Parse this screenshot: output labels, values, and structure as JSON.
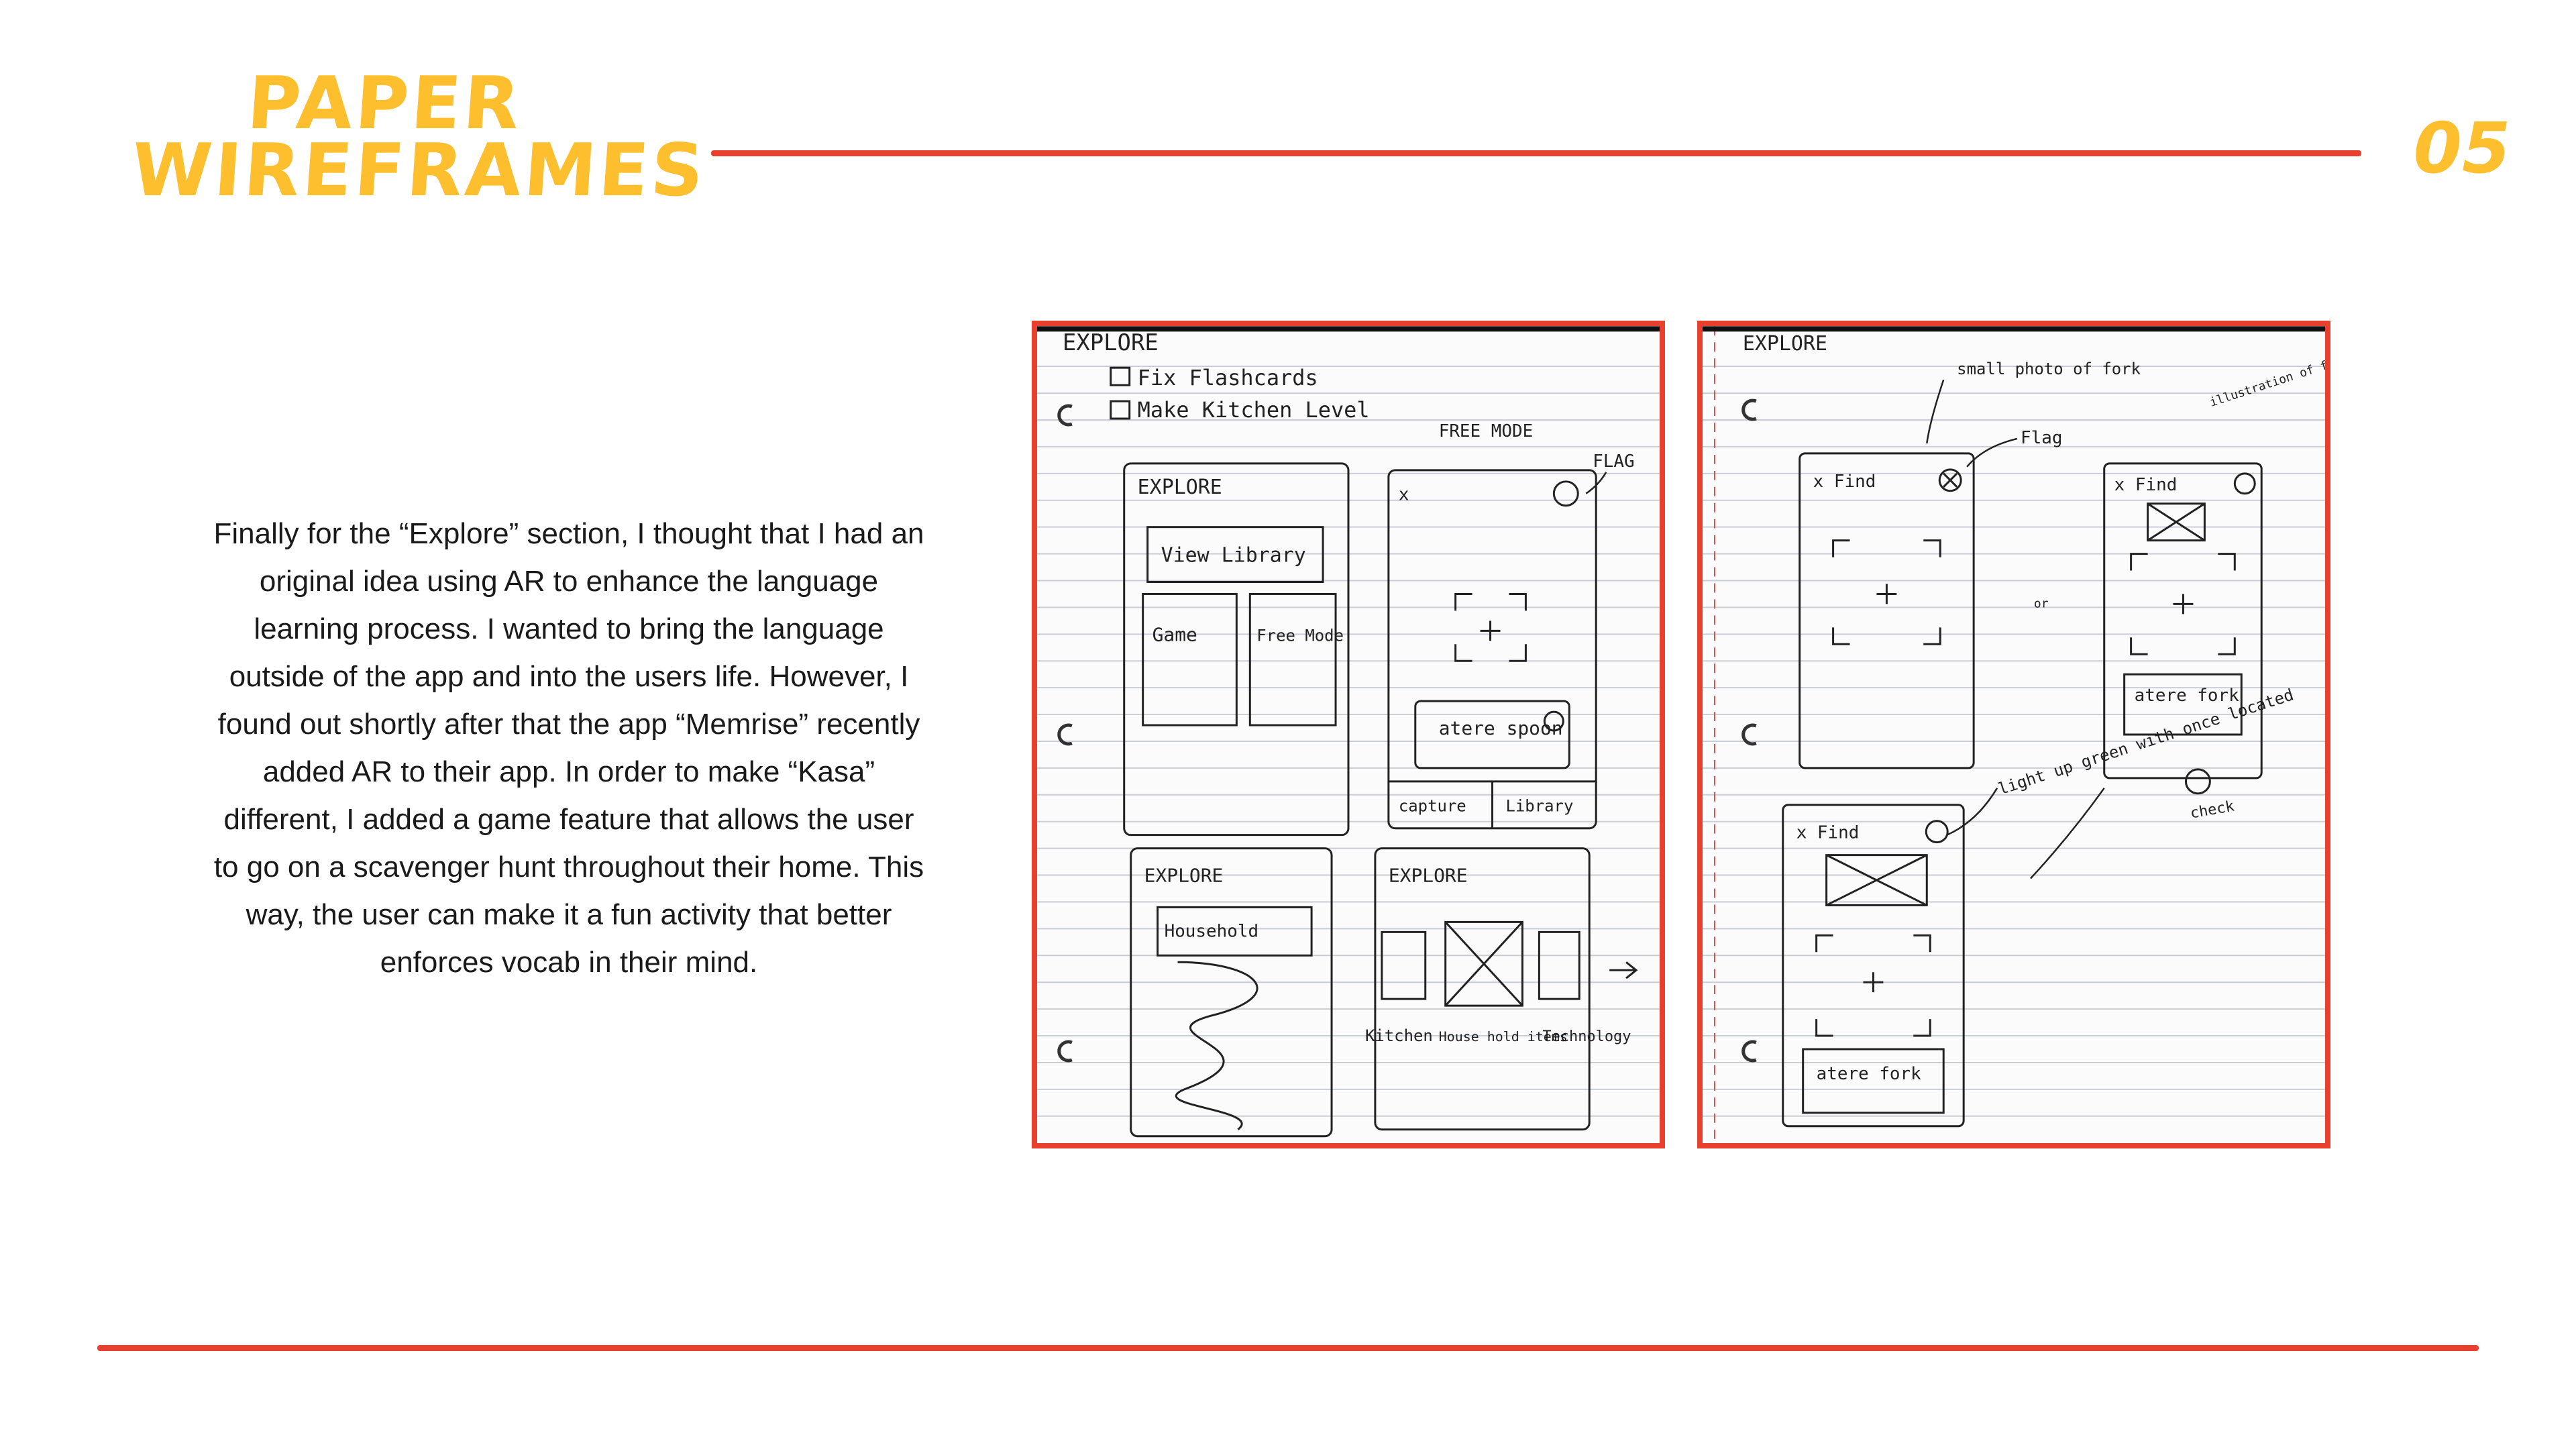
{
  "header": {
    "title_line1": "PAPER",
    "title_line2": "WIREFRAMES",
    "page_number": "05"
  },
  "body": {
    "paragraph": "Finally for the “Explore” section, I thought that I had an original idea using AR to enhance the language learning process. I wanted to bring the language outside of the app and into the users life. However, I found out shortly after that the app “Memrise” recently added AR to their app. In order to make “Kasa” different, I added a game feature that allows the user to go on a scavenger hunt throughout their home. This way, the user can make it a fun activity that better enforces vocab in their mind."
  },
  "sketch_left": {
    "heading": "EXPLORE",
    "todo_1": "Fix Flashcards",
    "todo_2": "Make Kitchen Level",
    "note_free_mode": "FREE MODE",
    "note_flag": "FLAG",
    "s1_title": "EXPLORE",
    "s1_view_library": "View Library",
    "s1_game": "Game",
    "s1_free_mode": "Free Mode",
    "s2_close": "x",
    "s2_word": "atere spoon",
    "s2_capture": "capture",
    "s2_library": "Library",
    "s3_title": "EXPLORE",
    "s3_household": "Household",
    "s4_title": "EXPLORE",
    "s4_kitchen": "Kitchen",
    "s4_household": "House hold items",
    "s4_technology": "Technology"
  },
  "sketch_right": {
    "heading": "EXPLORE",
    "note_small_photo": "small photo of fork",
    "note_flag": "Flag",
    "note_illustration": "illustration of fork",
    "note_or": "or",
    "note_light_up": "light up green with once located",
    "note_check": "check",
    "r1_find": "x Find",
    "r2_find": "x Find",
    "r2_word": "atere fork",
    "r3_find": "x Find",
    "r3_word": "atere fork"
  }
}
